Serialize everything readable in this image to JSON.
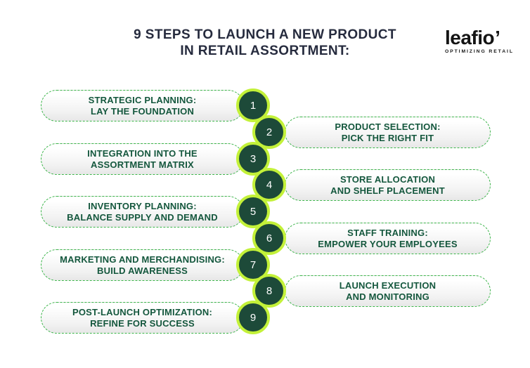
{
  "title": {
    "line1": "9 STEPS TO LAUNCH A NEW PRODUCT",
    "line2": "IN RETAIL ASSORTMENT:"
  },
  "logo": {
    "name": "leafio",
    "mark": "’",
    "tagline": "OPTIMIZING RETAIL"
  },
  "steps": [
    {
      "number": "1",
      "side": "left",
      "line1": "STRATEGIC PLANNING:",
      "line2": "LAY THE FOUNDATION"
    },
    {
      "number": "2",
      "side": "right",
      "line1": "PRODUCT SELECTION:",
      "line2": "PICK THE RIGHT FIT"
    },
    {
      "number": "3",
      "side": "left",
      "line1": "INTEGRATION INTO THE",
      "line2": "ASSORTMENT MATRIX"
    },
    {
      "number": "4",
      "side": "right",
      "line1": "STORE ALLOCATION",
      "line2": "AND SHELF PLACEMENT"
    },
    {
      "number": "5",
      "side": "left",
      "line1": "INVENTORY PLANNING:",
      "line2": "BALANCE SUPPLY AND DEMAND"
    },
    {
      "number": "6",
      "side": "right",
      "line1": "STAFF TRAINING:",
      "line2": "EMPOWER YOUR EMPLOYEES"
    },
    {
      "number": "7",
      "side": "left",
      "line1": "MARKETING AND MERCHANDISING:",
      "line2": "BUILD AWARENESS"
    },
    {
      "number": "8",
      "side": "right",
      "line1": "LAUNCH EXECUTION",
      "line2": "AND MONITORING"
    },
    {
      "number": "9",
      "side": "left",
      "line1": "POST-LAUNCH OPTIMIZATION:",
      "line2": "REFINE FOR SUCCESS"
    }
  ],
  "colors": {
    "background": "#ffffff",
    "title_text": "#262b3e",
    "step_text": "#14573d",
    "dashed_border": "#3cb54a",
    "circle_fill": "#1d4a39",
    "circle_ring": "#c3f139",
    "logo_text": "#141414"
  }
}
